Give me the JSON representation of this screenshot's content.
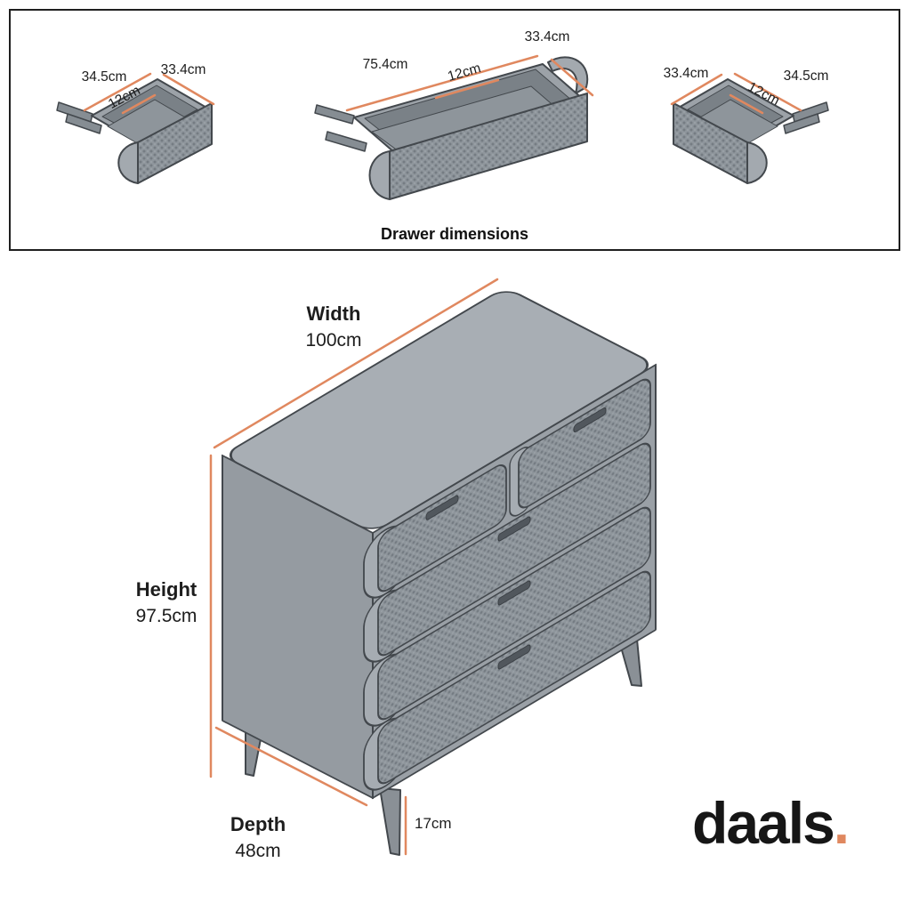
{
  "brand": {
    "name": "daals",
    "dot": "."
  },
  "colors": {
    "accent": "#E0885F",
    "dimension_line": "#E0885F",
    "furniture_gray": "#9AA0A6",
    "outline": "#43484D",
    "text": "#1D1D1D"
  },
  "drawer_panel": {
    "caption": "Drawer dimensions",
    "drawers": [
      {
        "position": "left",
        "left_dim": "34.5cm",
        "right_dim": "33.4cm",
        "height_dim": "12cm"
      },
      {
        "position": "middle",
        "left_dim": "75.4cm",
        "right_dim": "33.4cm",
        "height_dim": "12cm"
      },
      {
        "position": "right",
        "left_dim": "33.4cm",
        "right_dim": "34.5cm",
        "height_dim": "12cm"
      }
    ]
  },
  "dresser": {
    "width": {
      "label": "Width",
      "value": "100cm"
    },
    "height": {
      "label": "Height",
      "value": "97.5cm"
    },
    "depth": {
      "label": "Depth",
      "value": "48cm"
    },
    "leg": {
      "value": "17cm"
    }
  }
}
